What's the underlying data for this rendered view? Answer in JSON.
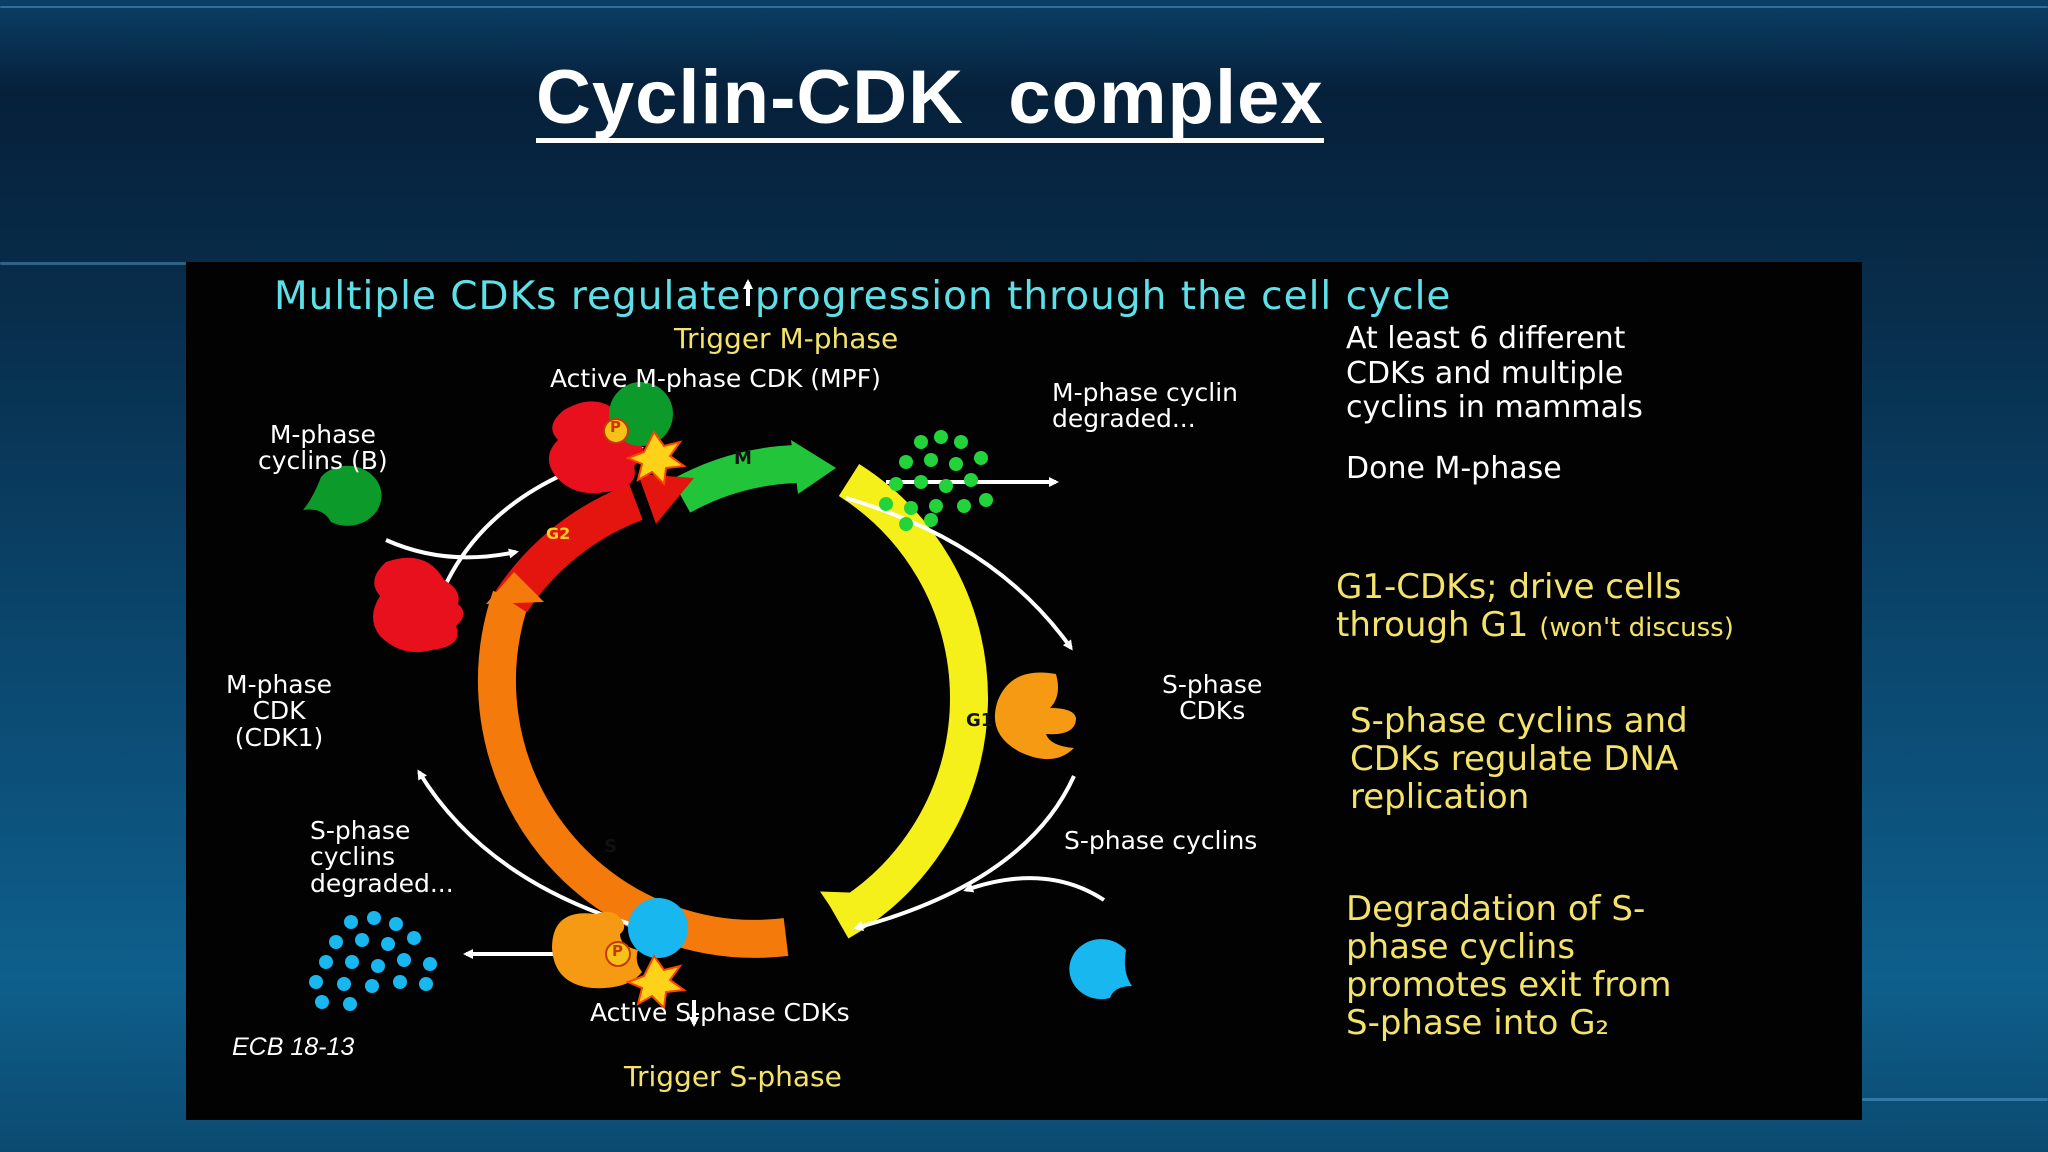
{
  "slide": {
    "title": "Cyclin-CDK  complex"
  },
  "figure": {
    "heading": "Multiple CDKs regulate progression through the cell cycle",
    "labels": {
      "trigger_m": "Trigger M-phase",
      "active_m_cdk": "Active M-phase CDK (MPF)",
      "m_phase_cyclins": "M-phase\ncyclins (B)",
      "m_cyclin_degraded": "M-phase cyclin\ndegraded...",
      "m_phase_cdk": "M-phase\nCDK\n(CDK1)",
      "s_phase_cdks": "S-phase\nCDKs",
      "s_phase_cyclins": "S-phase cyclins",
      "s_cyclins_degraded": "S-phase\ncyclins\ndegraded...",
      "active_s_cdks": "Active S-phase CDKs",
      "trigger_s": "Trigger S-phase",
      "source": "ECB 18-13",
      "phase_m": "M",
      "phase_g1": "G1",
      "phase_s": "S",
      "phase_g2": "G2",
      "phosphate": "P"
    },
    "notes": {
      "white_1": "At least 6 different\nCDKs and multiple\ncyclins in mammals",
      "white_2": "Done M-phase",
      "yellow_1a": "G1-CDKs; drive cells\nthrough G1 ",
      "yellow_1b": "(won't discuss)",
      "yellow_2": "S-phase cyclins and\nCDKs regulate DNA\nreplication",
      "yellow_3": "Degradation of S-\nphase cyclins\npromotes exit from\nS-phase into G₂"
    }
  },
  "colors": {
    "m_cyclin": "#0c9a2a",
    "m_cdk": "#e8101c",
    "s_cdk": "#f59a12",
    "s_cyclin": "#19b7ef",
    "arc_m": "#22c43a",
    "arc_g1": "#f6f01a",
    "arc_s": "#f47a0c",
    "arc_g2": "#e4150f"
  }
}
